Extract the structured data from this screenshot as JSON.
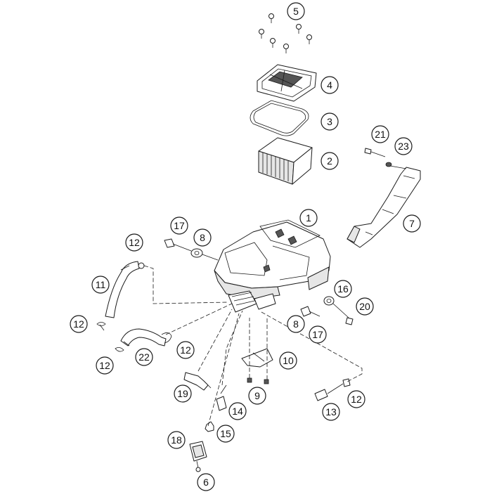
{
  "diagram": {
    "callouts": [
      {
        "key": "c1",
        "label": "1"
      },
      {
        "key": "c2",
        "label": "2"
      },
      {
        "key": "c3",
        "label": "3"
      },
      {
        "key": "c4",
        "label": "4"
      },
      {
        "key": "c5",
        "label": "5"
      },
      {
        "key": "c6",
        "label": "6"
      },
      {
        "key": "c7",
        "label": "7"
      },
      {
        "key": "c8a",
        "label": "8"
      },
      {
        "key": "c8b",
        "label": "8"
      },
      {
        "key": "c9",
        "label": "9"
      },
      {
        "key": "c10",
        "label": "10"
      },
      {
        "key": "c11",
        "label": "11"
      },
      {
        "key": "c12a",
        "label": "12"
      },
      {
        "key": "c12b",
        "label": "12"
      },
      {
        "key": "c12c",
        "label": "12"
      },
      {
        "key": "c12d",
        "label": "12"
      },
      {
        "key": "c12e",
        "label": "12"
      },
      {
        "key": "c13",
        "label": "13"
      },
      {
        "key": "c14",
        "label": "14"
      },
      {
        "key": "c15",
        "label": "15"
      },
      {
        "key": "c16",
        "label": "16"
      },
      {
        "key": "c17a",
        "label": "17"
      },
      {
        "key": "c17b",
        "label": "17"
      },
      {
        "key": "c18",
        "label": "18"
      },
      {
        "key": "c19",
        "label": "19"
      },
      {
        "key": "c20",
        "label": "20"
      },
      {
        "key": "c21",
        "label": "21"
      },
      {
        "key": "c22",
        "label": "22"
      },
      {
        "key": "c23",
        "label": "23"
      }
    ]
  }
}
